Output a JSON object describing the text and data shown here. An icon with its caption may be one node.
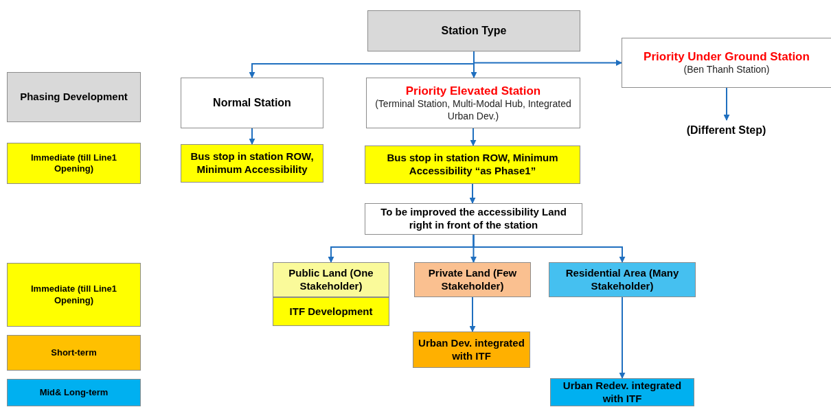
{
  "diagram": {
    "nodes": [
      {
        "text": [
          "Station Type"
        ]
      },
      {
        "text": [
          "Phasing Development"
        ]
      },
      {
        "text": [
          "Normal Station"
        ]
      },
      {
        "text": [
          "Priority Elevated Station",
          "(Terminal Station, Multi-Modal Hub, Integrated Urban Dev.)"
        ]
      },
      {
        "text": [
          "Priority Under Ground Station",
          "(Ben Thanh Station)"
        ]
      },
      {
        "text": [
          "Immediate (till Line1 Opening)"
        ]
      },
      {
        "text": [
          "Bus stop in station ROW, Minimum Accessibility"
        ]
      },
      {
        "text": [
          "Bus stop in station ROW, Minimum Accessibility “as Phase1”"
        ]
      },
      {
        "text": [
          "(Different Step)"
        ]
      },
      {
        "text": [
          "To be improved the accessibility Land right in front of the station"
        ]
      },
      {
        "text": [
          "Immediate (till Line1 Opening)"
        ]
      },
      {
        "text": [
          "Public Land (One Stakeholder)"
        ]
      },
      {
        "text": [
          "Private Land (Few Stakeholder)"
        ]
      },
      {
        "text": [
          "Residential Area (Many Stakeholder)"
        ]
      },
      {
        "text": [
          "ITF Development"
        ]
      },
      {
        "text": [
          "Short-term"
        ]
      },
      {
        "text": [
          "Urban Dev. integrated with ITF"
        ]
      },
      {
        "text": [
          "Mid& Long-term"
        ]
      },
      {
        "text": [
          "Urban Redev. integrated with ITF"
        ]
      }
    ],
    "edges": [
      {
        "from": 0,
        "to": 2,
        "arrow": "to"
      },
      {
        "from": 0,
        "to": 3,
        "arrow": "to"
      },
      {
        "from": 0,
        "to": 4,
        "arrow": "to"
      },
      {
        "from": 2,
        "to": 6,
        "arrow": "to"
      },
      {
        "from": 3,
        "to": 7,
        "arrow": "to"
      },
      {
        "from": 4,
        "to": 8,
        "arrow": "to"
      },
      {
        "from": 7,
        "to": 9,
        "arrow": "to"
      },
      {
        "from": 9,
        "to": 11,
        "arrow": "to"
      },
      {
        "from": 9,
        "to": 12,
        "arrow": "to"
      },
      {
        "from": 9,
        "to": 13,
        "arrow": "to"
      },
      {
        "from": 12,
        "to": 16,
        "arrow": "to"
      },
      {
        "from": 13,
        "to": 18,
        "arrow": "to"
      }
    ]
  }
}
